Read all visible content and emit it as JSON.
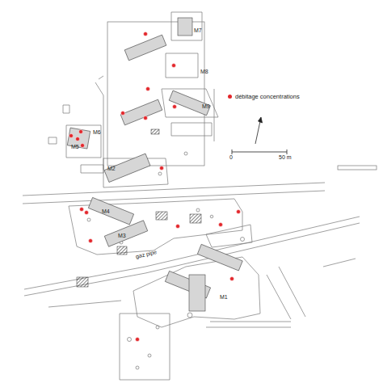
{
  "diagram": {
    "labels": [
      "M7",
      "M8",
      "M9",
      "M6",
      "M5",
      "M2",
      "M4",
      "M3",
      "M1",
      "0",
      "50 m",
      "gaz pipe"
    ],
    "legend": [
      {
        "text": "débitage concentrations",
        "color": "#e3262b"
      }
    ]
  }
}
